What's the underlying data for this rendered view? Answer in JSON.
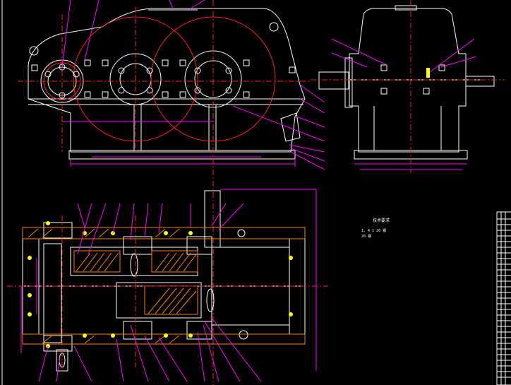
{
  "drawing": {
    "notes": {
      "heading": "技术要求",
      "line1": "1. 4  1  20 钢",
      "line2": "20 钢"
    },
    "colors": {
      "background": "#000000",
      "outline": "#ffffff",
      "centerline": "#ff2020",
      "dimension": "#ff00ff",
      "leader": "#ff00ff",
      "hatch": "#ff7f00",
      "bolt": "#ffff00",
      "text": "#ffffff"
    }
  }
}
